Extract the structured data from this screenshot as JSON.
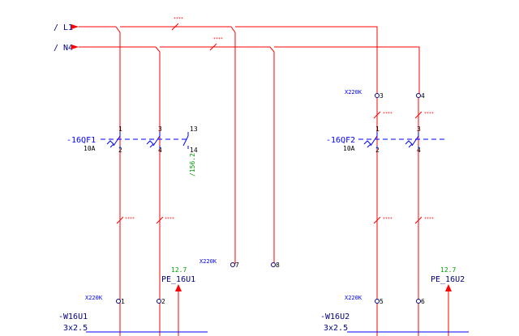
{
  "rails": {
    "l1": "/ L1",
    "n4": "/ N4"
  },
  "wire_marks": {
    "mark_text": "****"
  },
  "breakers": [
    {
      "tag": "-16QF1",
      "rating": "10A",
      "poles": [
        "1",
        "2",
        "3",
        "4"
      ],
      "aux_contact": [
        "13",
        "14"
      ],
      "aux_reference": "/156.2"
    },
    {
      "tag": "-16QF2",
      "rating": "10A",
      "poles": [
        "1",
        "2",
        "3",
        "4"
      ]
    }
  ],
  "terminal_strips": [
    {
      "label": "X220K",
      "terminals": [
        "3",
        "4"
      ]
    },
    {
      "label": "X220K",
      "terminals": [
        "7",
        "8"
      ]
    },
    {
      "label": "X220K",
      "terminals": [
        "1",
        "2"
      ]
    },
    {
      "label": "X220K",
      "terminals": [
        "5",
        "6"
      ]
    }
  ],
  "earth": [
    {
      "label": "PE_16U1",
      "reference": "12.7"
    },
    {
      "label": "PE_16U2",
      "reference": "12.7"
    }
  ],
  "cables": [
    {
      "tag": "-W16U1",
      "spec": "3x2.5"
    },
    {
      "tag": "-W16U2",
      "spec": "3x2.5"
    }
  ]
}
